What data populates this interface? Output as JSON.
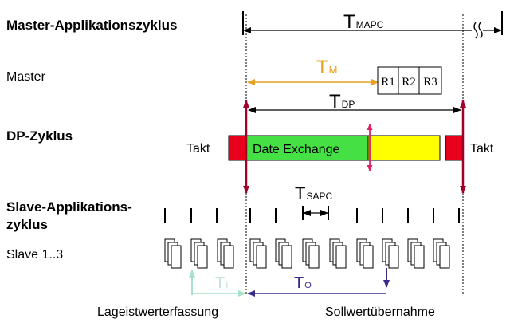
{
  "rows": {
    "master_app": "Master-Applikationszyklus",
    "master": "Master",
    "dp": "DP-Zyklus",
    "slave_app_line1": "Slave-Applikations-",
    "slave_app_line2": "zyklus",
    "slave": "Slave 1..3"
  },
  "timing": {
    "t_mapc": {
      "main": "T",
      "sub": "MAPC"
    },
    "t_m": {
      "main": "T",
      "sub": "M"
    },
    "t_dp": {
      "main": "T",
      "sub": "DP"
    },
    "t_sapc": {
      "main": "T",
      "sub": "SAPC"
    },
    "t_i": {
      "main": "T",
      "sub": "I"
    },
    "t_o": {
      "main": "T",
      "sub": "O"
    }
  },
  "registers": [
    "R1",
    "R2",
    "R3"
  ],
  "dp_cycle": {
    "takt_left": "Takt",
    "takt_right": "Takt",
    "data_exchange": "Date Exchange"
  },
  "annotations": {
    "input": "Lageistwerterfassung",
    "output": "Sollwertübernahme"
  },
  "colors": {
    "takt": "#e8001c",
    "data_exchange": "#44e044",
    "idle": "#ffff00",
    "sync_line": "#a0002a",
    "t_m": "#e8a020",
    "t_i": "#a8e0c8",
    "t_o": "#3a2a8a",
    "marker": "#e0206a"
  }
}
